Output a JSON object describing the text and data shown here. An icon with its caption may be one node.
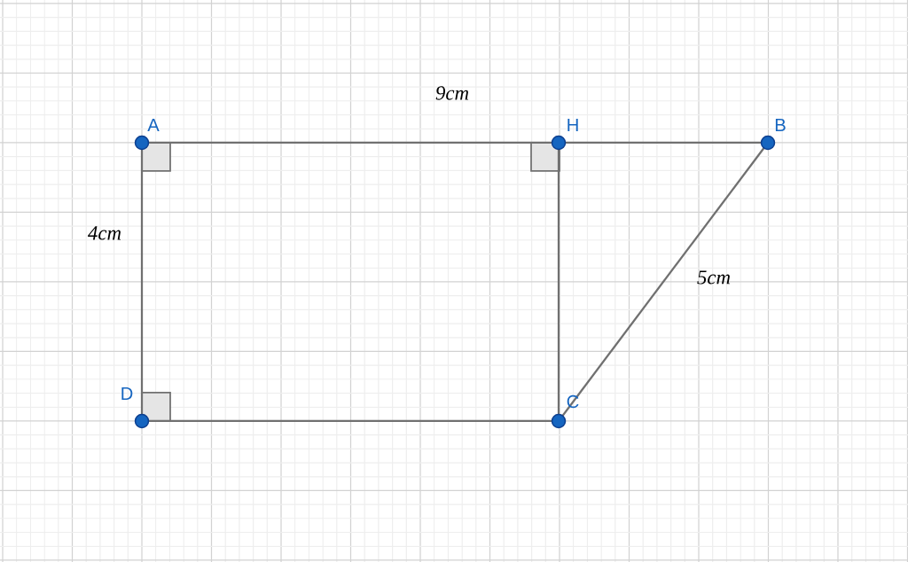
{
  "diagram": {
    "nodes": [
      {
        "text": [
          "A"
        ]
      },
      {
        "text": [
          "H"
        ]
      },
      {
        "text": [
          "B"
        ]
      },
      {
        "text": [
          "C"
        ]
      },
      {
        "text": [
          "D"
        ]
      }
    ],
    "edges": [
      {
        "from": 0,
        "to": 1,
        "arrow": "none"
      },
      {
        "from": 1,
        "to": 2,
        "arrow": "none"
      },
      {
        "from": 2,
        "to": 3,
        "label": "5cm",
        "arrow": "none"
      },
      {
        "from": 3,
        "to": 4,
        "arrow": "none"
      },
      {
        "from": 4,
        "to": 0,
        "label": "4cm",
        "arrow": "none"
      },
      {
        "from": 1,
        "to": 3,
        "arrow": "none"
      }
    ],
    "labels": [
      "9cm"
    ]
  }
}
